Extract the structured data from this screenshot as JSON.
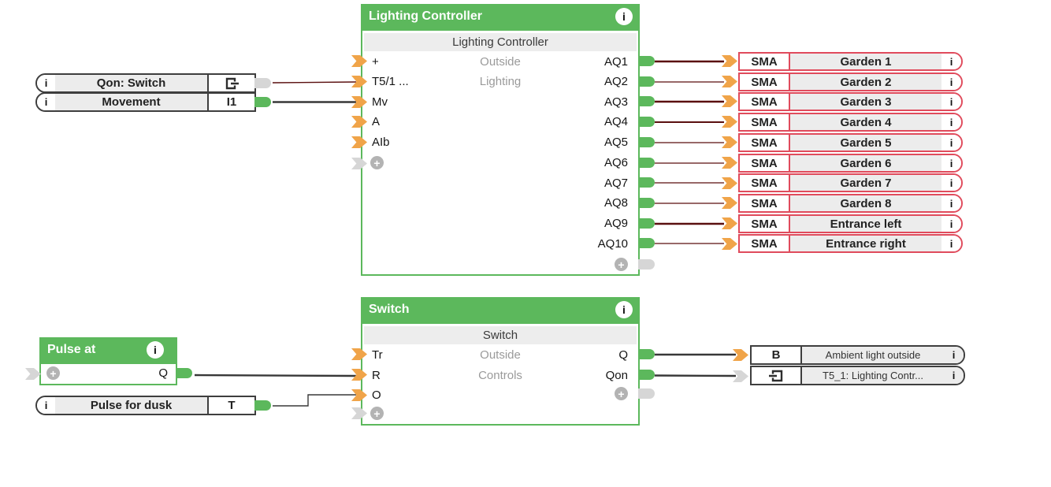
{
  "ui": {
    "plus": "+",
    "info": "i"
  },
  "blocks": {
    "lighting_controller": {
      "header": "Lighting Controller",
      "subtitle": "Lighting Controller",
      "inputs": [
        "+",
        "T5/1 ...",
        "Mv",
        "A",
        "AIb"
      ],
      "center_labels": [
        "Outside",
        "Lighting"
      ],
      "outputs": [
        "AQ1",
        "AQ2",
        "AQ3",
        "AQ4",
        "AQ5",
        "AQ6",
        "AQ7",
        "AQ8",
        "AQ9",
        "AQ10"
      ]
    },
    "switch_block": {
      "header": "Switch",
      "subtitle": "Switch",
      "inputs": [
        "Tr",
        "R",
        "O"
      ],
      "center_labels": [
        "Outside",
        "Controls"
      ],
      "outputs": [
        "Q",
        "Qon"
      ]
    },
    "pulse_at": {
      "header": "Pulse at",
      "output": "Q"
    }
  },
  "sources": [
    {
      "info": "i",
      "label": "Qon: Switch",
      "port": "",
      "icon": "box-arrow-out"
    },
    {
      "info": "i",
      "label": "Movement",
      "port": "I1"
    },
    {
      "info": "i",
      "label": "Pulse for dusk",
      "port": "T"
    }
  ],
  "sinks": {
    "sma": [
      {
        "port": "SMA",
        "label": "Garden 1",
        "info": "i"
      },
      {
        "port": "SMA",
        "label": "Garden 2",
        "info": "i"
      },
      {
        "port": "SMA",
        "label": "Garden 3",
        "info": "i"
      },
      {
        "port": "SMA",
        "label": "Garden 4",
        "info": "i"
      },
      {
        "port": "SMA",
        "label": "Garden 5",
        "info": "i"
      },
      {
        "port": "SMA",
        "label": "Garden 6",
        "info": "i"
      },
      {
        "port": "SMA",
        "label": "Garden 7",
        "info": "i"
      },
      {
        "port": "SMA",
        "label": "Garden 8",
        "info": "i"
      },
      {
        "port": "SMA",
        "label": "Entrance left",
        "info": "i"
      },
      {
        "port": "SMA",
        "label": "Entrance right",
        "info": "i"
      }
    ],
    "other": [
      {
        "port": "B",
        "label": "Ambient light outside",
        "info": "i"
      },
      {
        "port": "",
        "icon": "box-arrow-in",
        "label": "T5_1: Lighting Contr...",
        "info": "i"
      }
    ]
  },
  "colors": {
    "block_green": "#5cb85c",
    "connector_orange": "#f0a449",
    "sink_red": "#e04b5c",
    "wire_dark": "#383838",
    "wire_maroon": "#5a0f0f"
  },
  "connections": [
    {
      "from": "Qon: Switch",
      "to": "Lighting Controller.T5/1"
    },
    {
      "from": "Movement.I1",
      "to": "Lighting Controller.Mv"
    },
    {
      "from": "Lighting Controller.AQ1",
      "to": "SMA Garden 1"
    },
    {
      "from": "Lighting Controller.AQ2",
      "to": "SMA Garden 2"
    },
    {
      "from": "Lighting Controller.AQ3",
      "to": "SMA Garden 3"
    },
    {
      "from": "Lighting Controller.AQ4",
      "to": "SMA Garden 4"
    },
    {
      "from": "Lighting Controller.AQ5",
      "to": "SMA Garden 5"
    },
    {
      "from": "Lighting Controller.AQ6",
      "to": "SMA Garden 6"
    },
    {
      "from": "Lighting Controller.AQ7",
      "to": "SMA Garden 7"
    },
    {
      "from": "Lighting Controller.AQ8",
      "to": "SMA Garden 8"
    },
    {
      "from": "Lighting Controller.AQ9",
      "to": "SMA Entrance left"
    },
    {
      "from": "Lighting Controller.AQ10",
      "to": "SMA Entrance right"
    },
    {
      "from": "Pulse at.Q",
      "to": "Switch.R"
    },
    {
      "from": "Pulse for dusk.T",
      "to": "Switch.O"
    },
    {
      "from": "Switch.Q",
      "to": "B Ambient light outside"
    },
    {
      "from": "Switch.Qon",
      "to": "T5_1: Lighting Contr..."
    }
  ]
}
